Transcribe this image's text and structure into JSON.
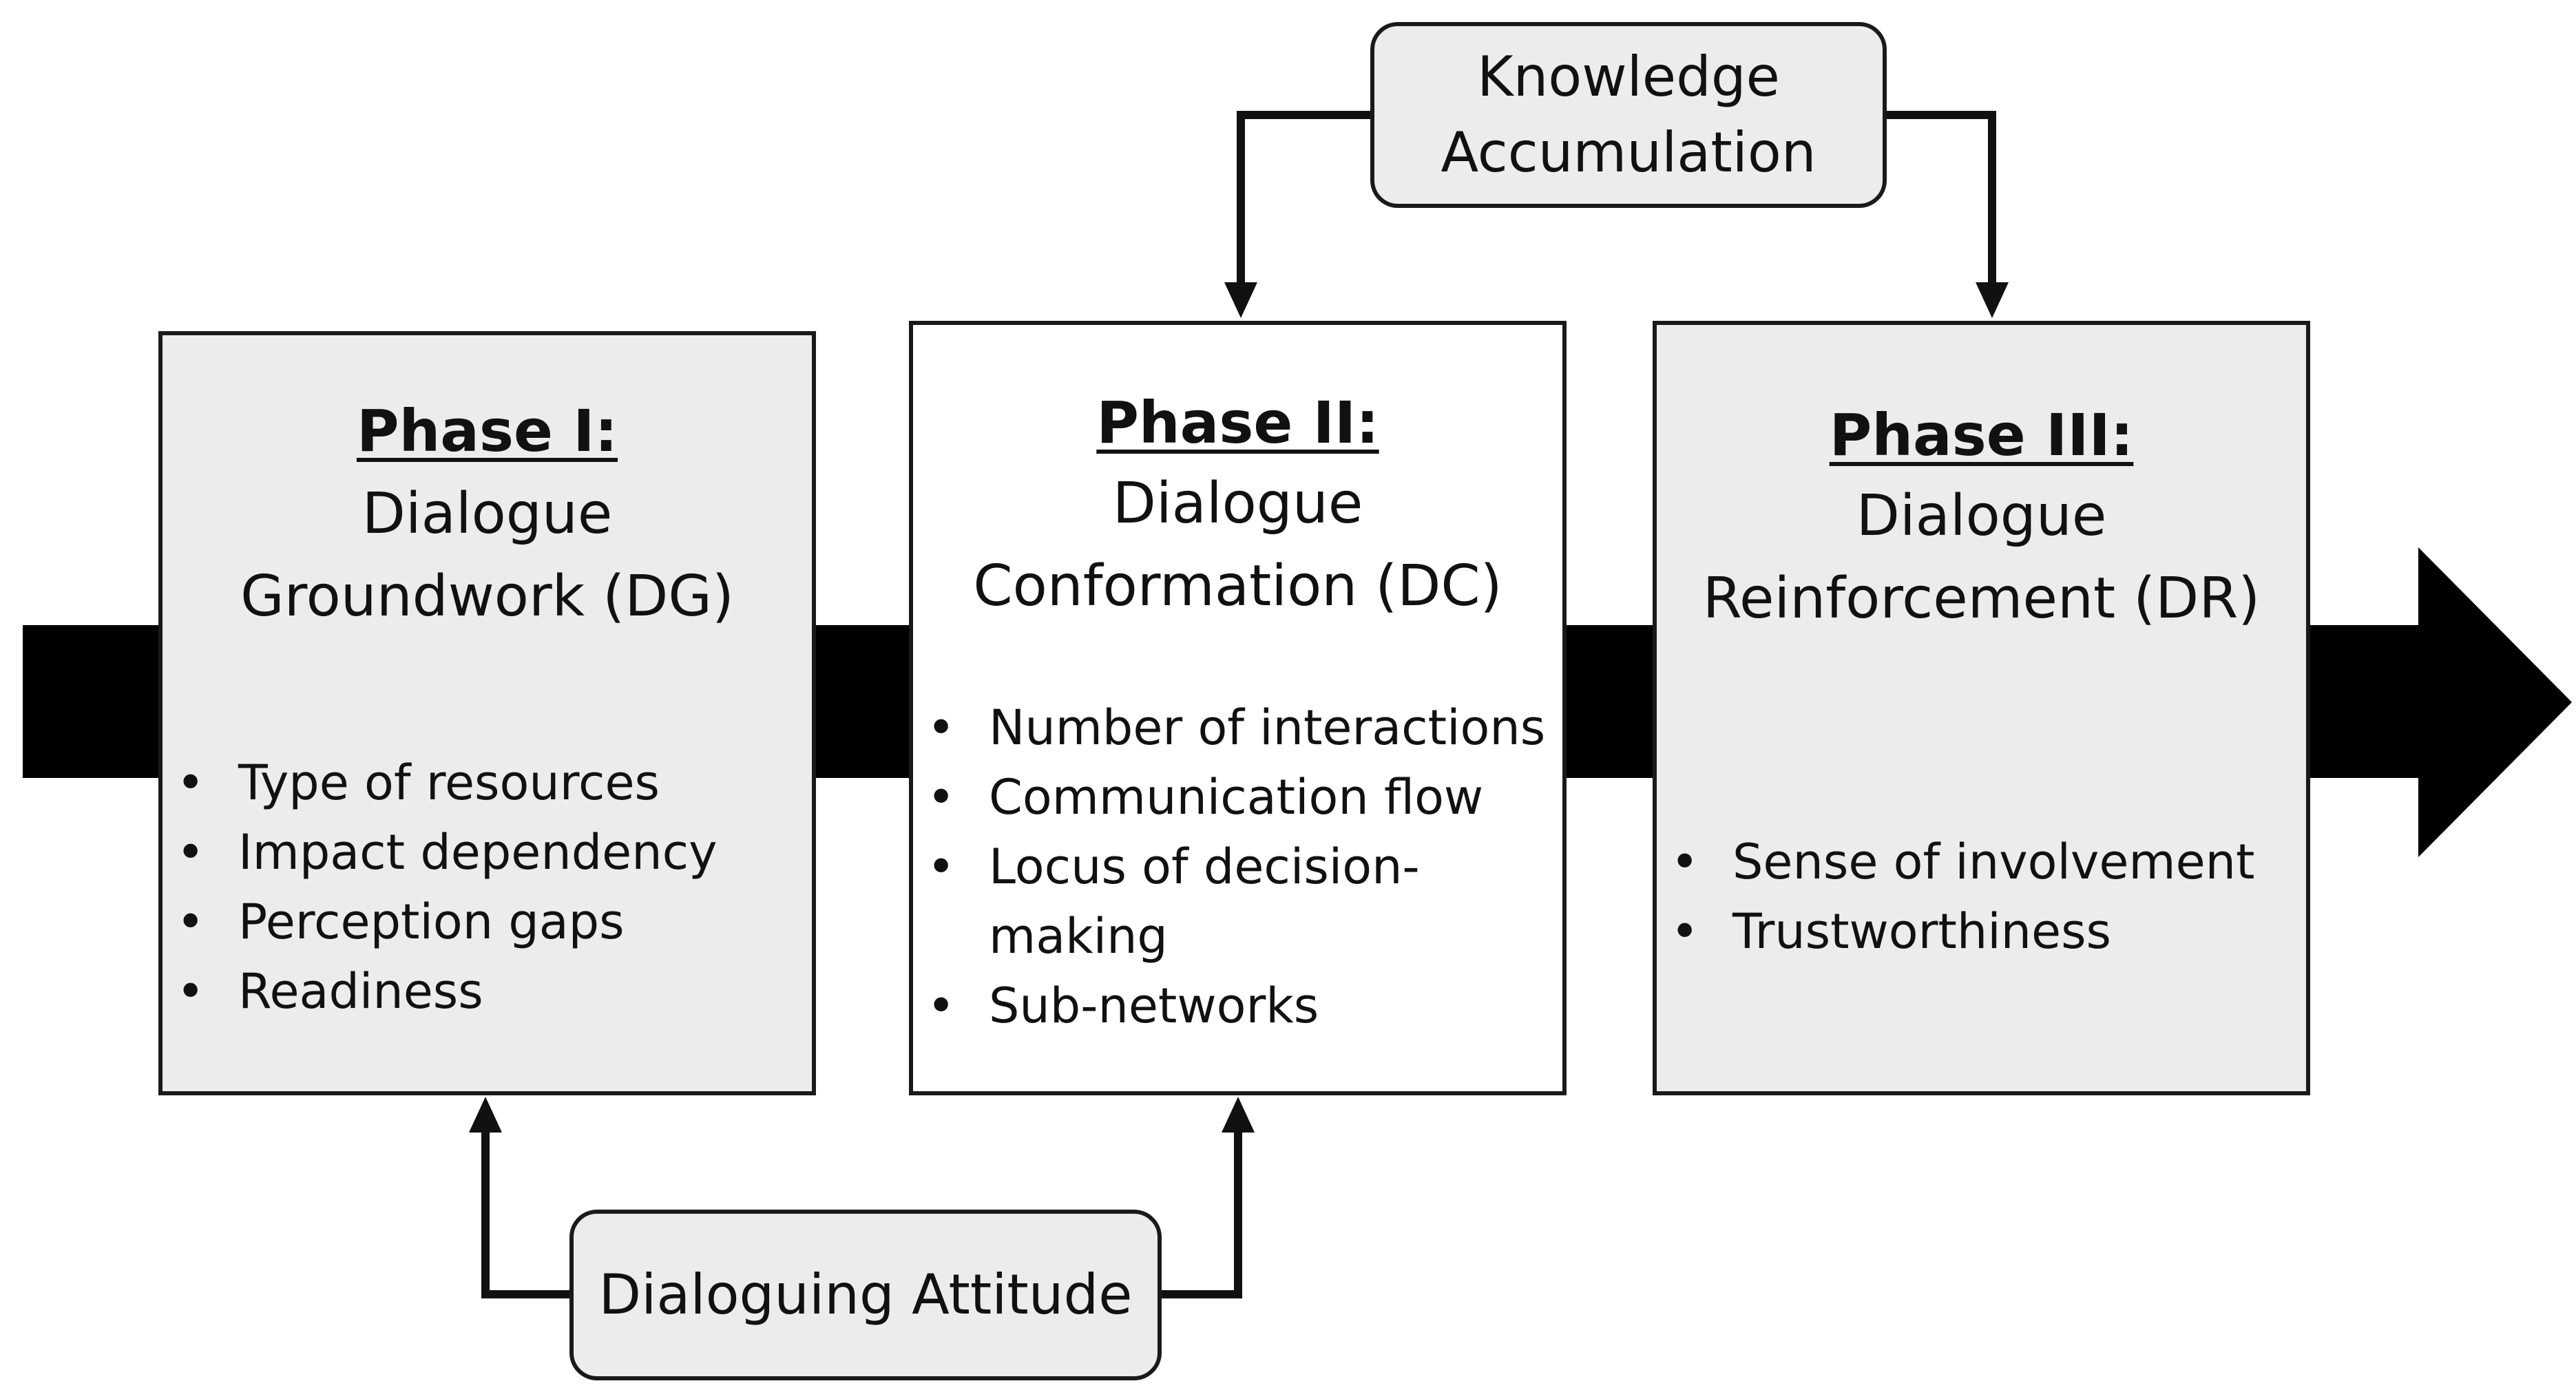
{
  "phases": [
    {
      "title": "Phase I:",
      "name_line1": "Dialogue",
      "name_line2": "Groundwork (DG)",
      "items": [
        "Type of resources",
        "Impact dependency",
        "Perception gaps",
        "Readiness"
      ]
    },
    {
      "title": "Phase II:",
      "name_line1": "Dialogue",
      "name_line2": "Conformation (DC)",
      "items": [
        "Number of interactions",
        "Communication flow",
        "Locus of decision-",
        "making",
        "Sub-networks"
      ]
    },
    {
      "title": "Phase III:",
      "name_line1": "Dialogue",
      "name_line2": "Reinforcement (DR)",
      "items": [
        "Sense of involvement",
        "Trustworthiness"
      ]
    }
  ],
  "factors": {
    "knowledge_line1": "Knowledge",
    "knowledge_line2": "Accumulation",
    "attitude": "Dialoguing Attitude"
  },
  "colors": {
    "flow_arrow": "#000000",
    "box_fill_grey": "#ececec",
    "box_fill_white": "#ffffff",
    "border": "#1a1a1a"
  }
}
